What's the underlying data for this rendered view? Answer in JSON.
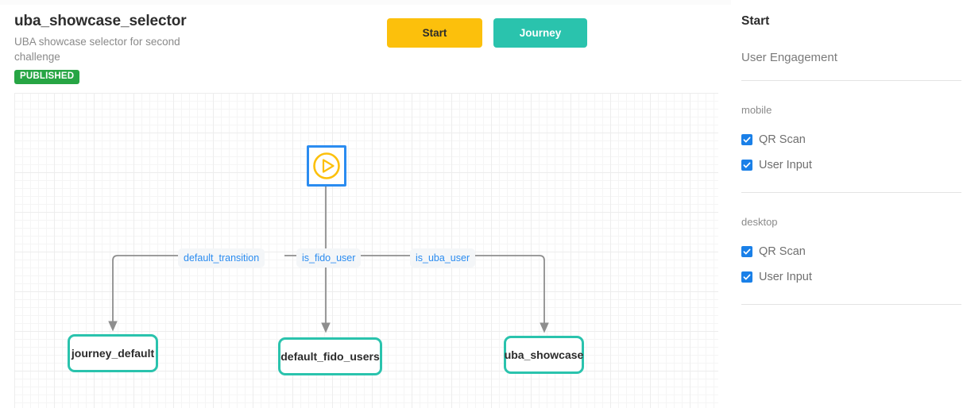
{
  "header": {
    "title": "uba_showcase_selector",
    "subtitle": "UBA showcase selector for second challenge",
    "status_badge": "PUBLISHED",
    "buttons": {
      "start": "Start",
      "journey": "Journey"
    }
  },
  "colors": {
    "start_button": "#fcc00c",
    "journey_button": "#2ac3ad",
    "published_badge": "#27a544",
    "node_border": "#2ac3ad",
    "selected_border": "#2b8cf0",
    "edge_label_text": "#2b8cf0",
    "checkbox": "#1a80e8",
    "play_icon": "#fcc00c"
  },
  "canvas": {
    "start_node": {
      "name": "Start",
      "icon": "play-circle-icon",
      "selected": true
    },
    "nodes": [
      {
        "label": "journey_default"
      },
      {
        "label": "default_fido_users"
      },
      {
        "label": "uba_showcase"
      }
    ],
    "edge_labels": [
      {
        "label": "default_transition"
      },
      {
        "label": "is_fido_user"
      },
      {
        "label": "is_uba_user"
      }
    ]
  },
  "sidebar": {
    "title": "Start",
    "subtitle": "User Engagement",
    "groups": [
      {
        "name": "mobile",
        "options": [
          {
            "label": "QR Scan",
            "checked": true
          },
          {
            "label": "User Input",
            "checked": true
          }
        ]
      },
      {
        "name": "desktop",
        "options": [
          {
            "label": "QR Scan",
            "checked": true
          },
          {
            "label": "User Input",
            "checked": true
          }
        ]
      }
    ]
  }
}
